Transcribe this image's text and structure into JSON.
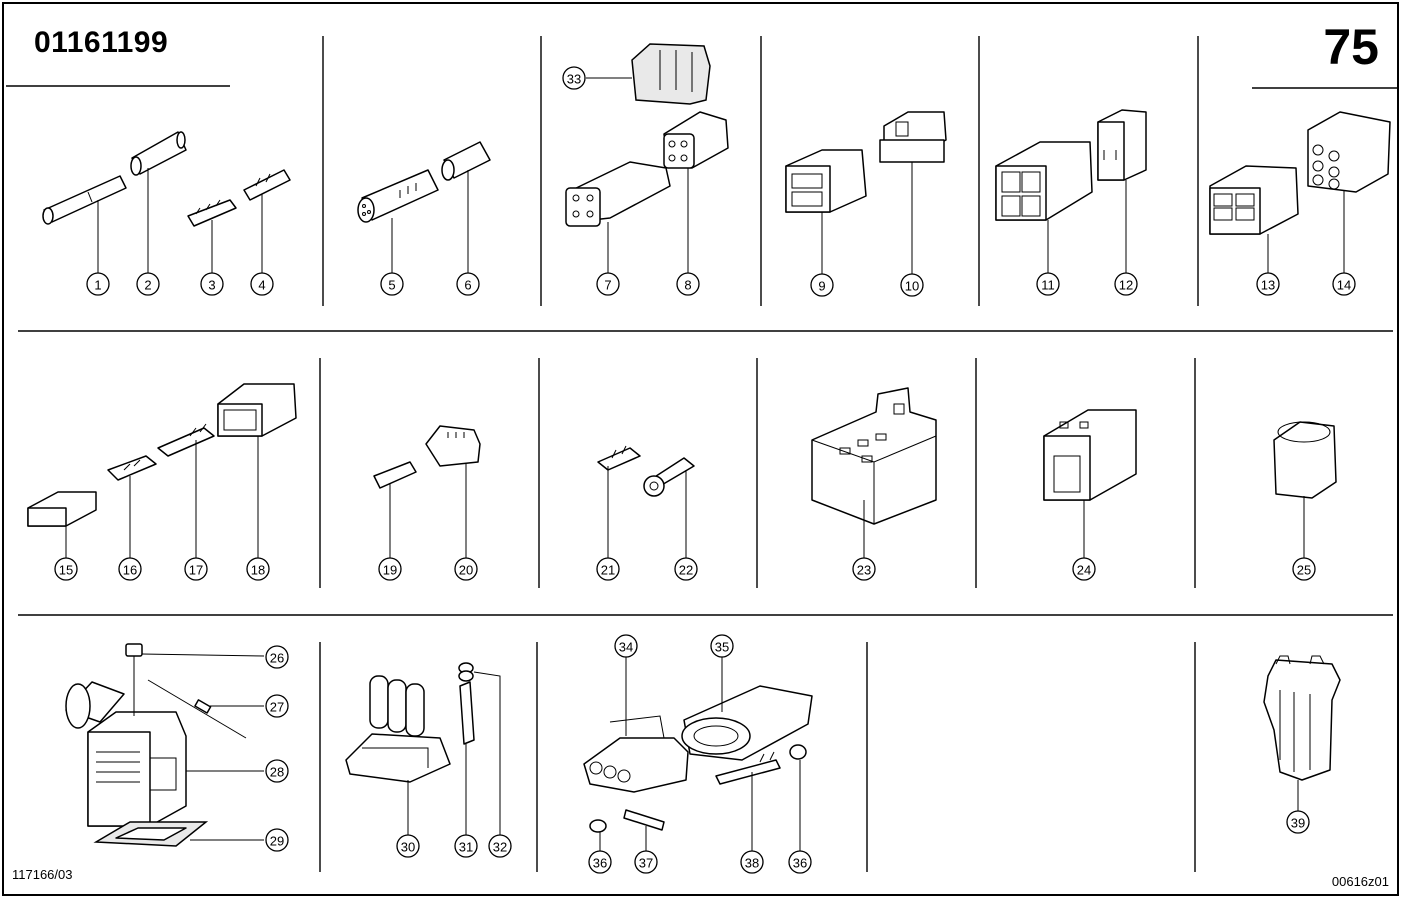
{
  "header": {
    "doc_number": "01161199",
    "page_number": "75"
  },
  "footer": {
    "left_code": "117166/03",
    "right_code": "00616z01"
  },
  "callouts": [
    "1",
    "2",
    "3",
    "4",
    "5",
    "6",
    "7",
    "8",
    "9",
    "10",
    "11",
    "12",
    "13",
    "14",
    "15",
    "16",
    "17",
    "18",
    "19",
    "20",
    "21",
    "22",
    "23",
    "24",
    "25",
    "26",
    "27",
    "28",
    "29",
    "30",
    "31",
    "32",
    "33",
    "34",
    "35",
    "36",
    "37",
    "38",
    "39"
  ]
}
